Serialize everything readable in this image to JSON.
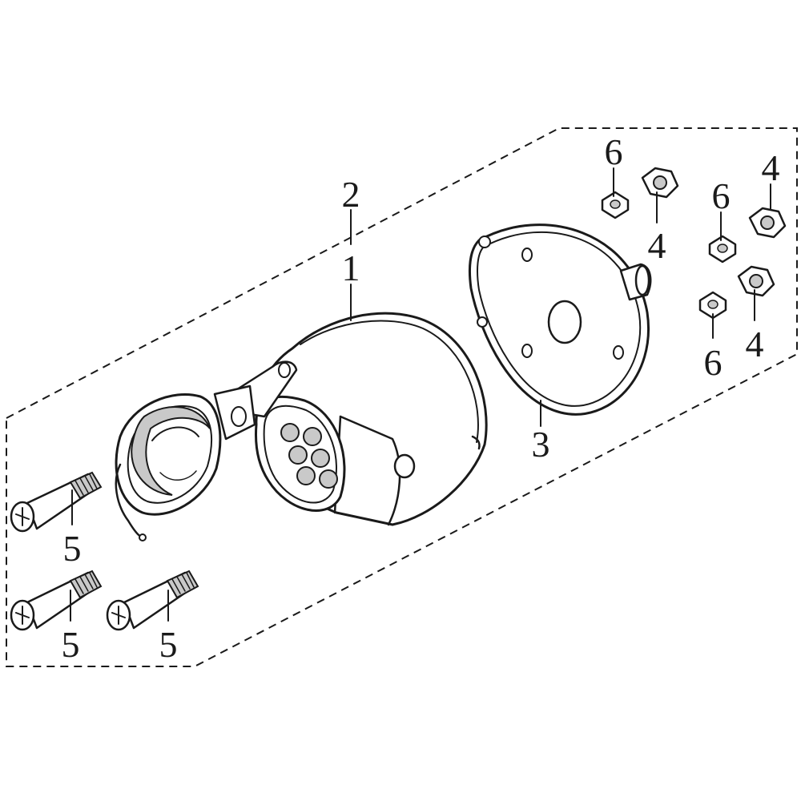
{
  "diagram": {
    "callouts": [
      {
        "id": "c2",
        "label": "2"
      },
      {
        "id": "c1",
        "label": "1"
      },
      {
        "id": "c3",
        "label": "3"
      },
      {
        "id": "c6a",
        "label": "6"
      },
      {
        "id": "c4a",
        "label": "4"
      },
      {
        "id": "c6b",
        "label": "6"
      },
      {
        "id": "c4b",
        "label": "4"
      },
      {
        "id": "c6c",
        "label": "6"
      },
      {
        "id": "c4c",
        "label": "4"
      },
      {
        "id": "c5a",
        "label": "5"
      },
      {
        "id": "c5b",
        "label": "5"
      },
      {
        "id": "c5c",
        "label": "5"
      }
    ]
  }
}
